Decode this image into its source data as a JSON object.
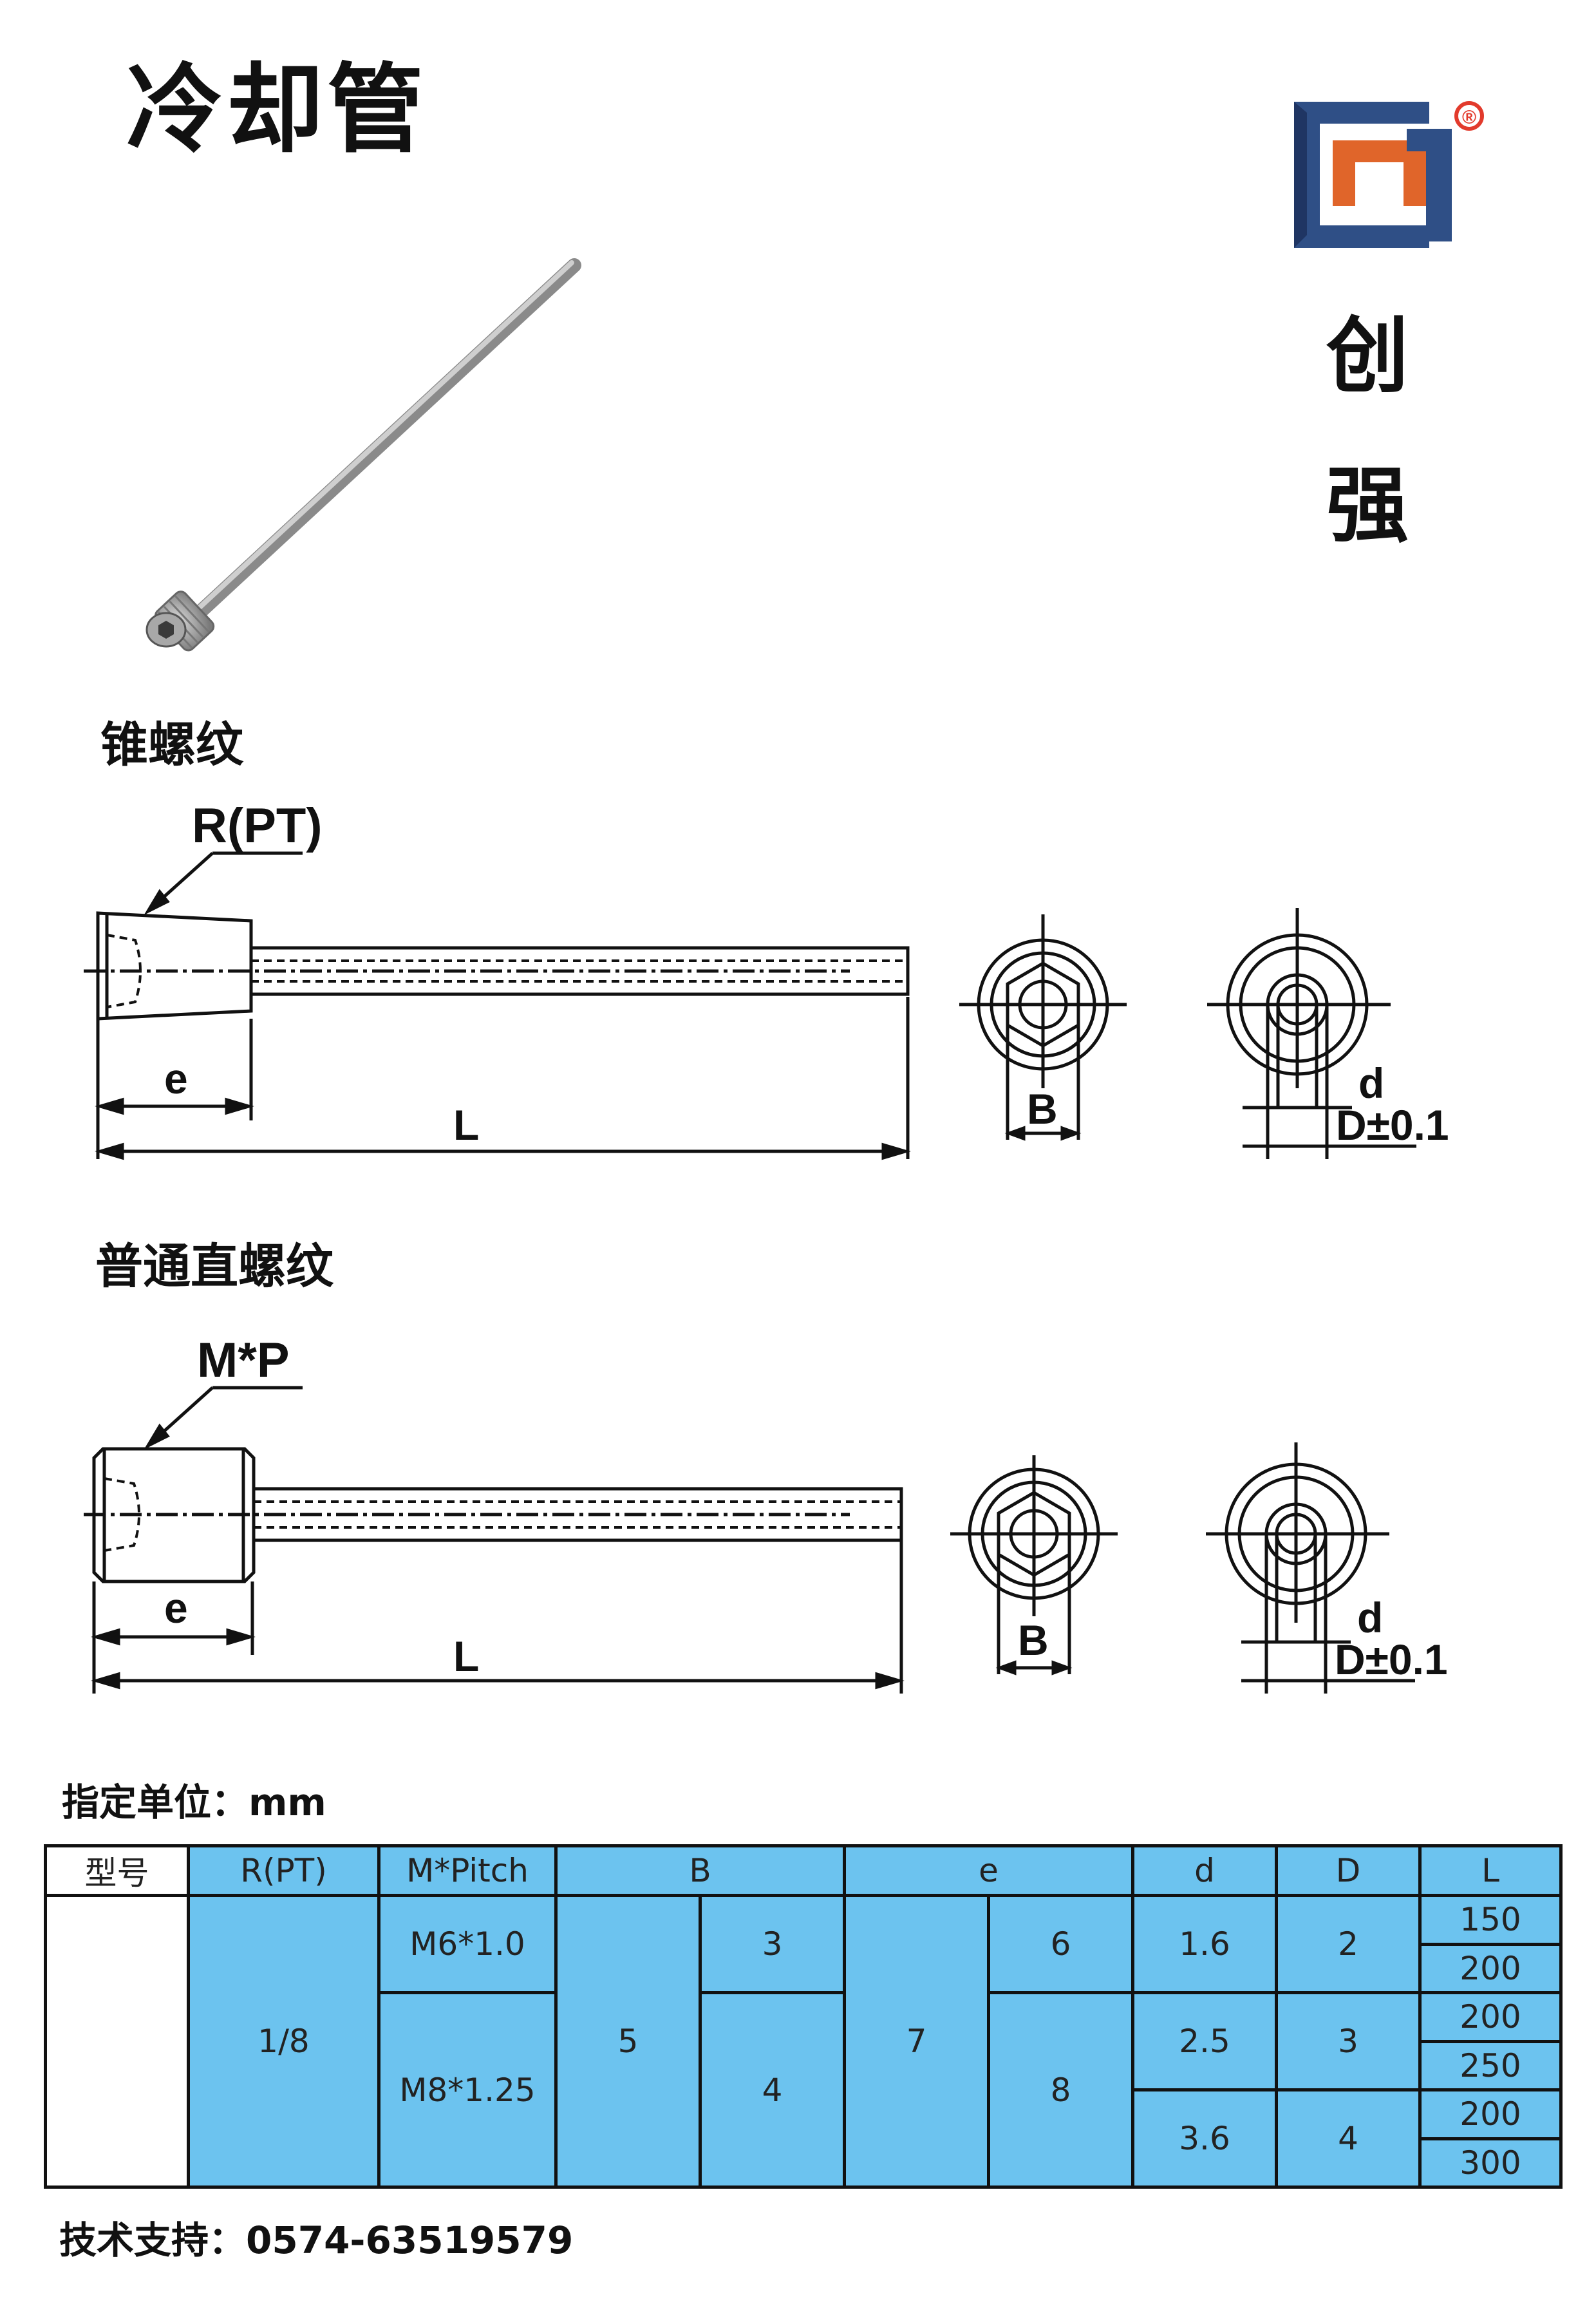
{
  "title": "冷却管",
  "brand": {
    "char1": "创",
    "char2": "强",
    "registered": "®"
  },
  "sections": {
    "taper": "锥螺纹",
    "straight": "普通直螺纹"
  },
  "drawing_labels": {
    "taper_thread": "R(PT)",
    "straight_thread": "M*P",
    "e": "e",
    "L": "L",
    "B": "B",
    "d": "d",
    "D": "D±0.1"
  },
  "unit_note": "指定单位：mm",
  "table": {
    "headers": [
      "型号",
      "R(PT)",
      "M*Pitch",
      "B",
      "e",
      "d",
      "D",
      "L"
    ],
    "r_pt": "1/8",
    "rows": [
      {
        "pitch": "M6*1.0",
        "b": "3",
        "e": "6",
        "d": "1.6",
        "D": "2",
        "L": [
          "150",
          "200"
        ]
      },
      {
        "pitch": "M8*1.25",
        "b": "4",
        "e": "8",
        "d": "2.5",
        "D": "3",
        "L": [
          "200",
          "250"
        ]
      },
      {
        "d": "3.6",
        "D": "4",
        "L": [
          "200",
          "300"
        ]
      }
    ],
    "b_common": "5",
    "e_common": "7"
  },
  "support": "技术支持：0574-63519579",
  "colors": {
    "accent_blue": "#6cc3ef",
    "logo_blue": "#2f4f86",
    "logo_orange": "#e0652a",
    "logo_red": "#e23a2c"
  }
}
